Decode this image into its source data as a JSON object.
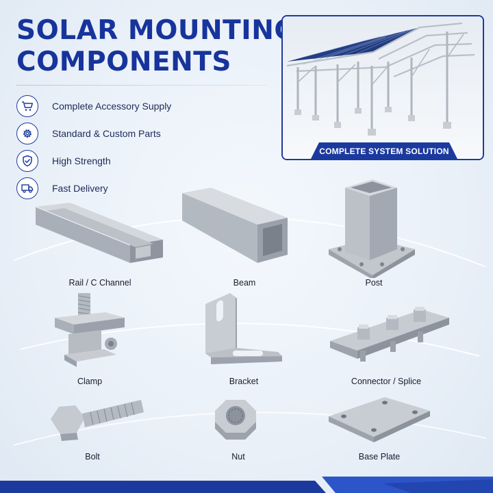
{
  "header": {
    "title_line1": "SOLAR MOUNTING",
    "title_line2": "COMPONENTS"
  },
  "features": [
    {
      "icon": "cart-icon",
      "label": "Complete Accessory Supply"
    },
    {
      "icon": "gear-icon",
      "label": "Standard & Custom Parts"
    },
    {
      "icon": "shield-check-icon",
      "label": "High Strength"
    },
    {
      "icon": "truck-icon",
      "label": "Fast Delivery"
    }
  ],
  "hero": {
    "badge": "COMPLETE SYSTEM SOLUTION"
  },
  "components": [
    {
      "label": "Rail / C Channel"
    },
    {
      "label": "Beam"
    },
    {
      "label": "Post"
    },
    {
      "label": "Clamp"
    },
    {
      "label": "Bracket"
    },
    {
      "label": "Connector / Splice"
    },
    {
      "label": "Bolt"
    },
    {
      "label": "Nut"
    },
    {
      "label": "Base Plate"
    }
  ],
  "colors": {
    "brand": "#1c3a9e",
    "metal": "#b9bec6",
    "background": "#eef3f9"
  }
}
